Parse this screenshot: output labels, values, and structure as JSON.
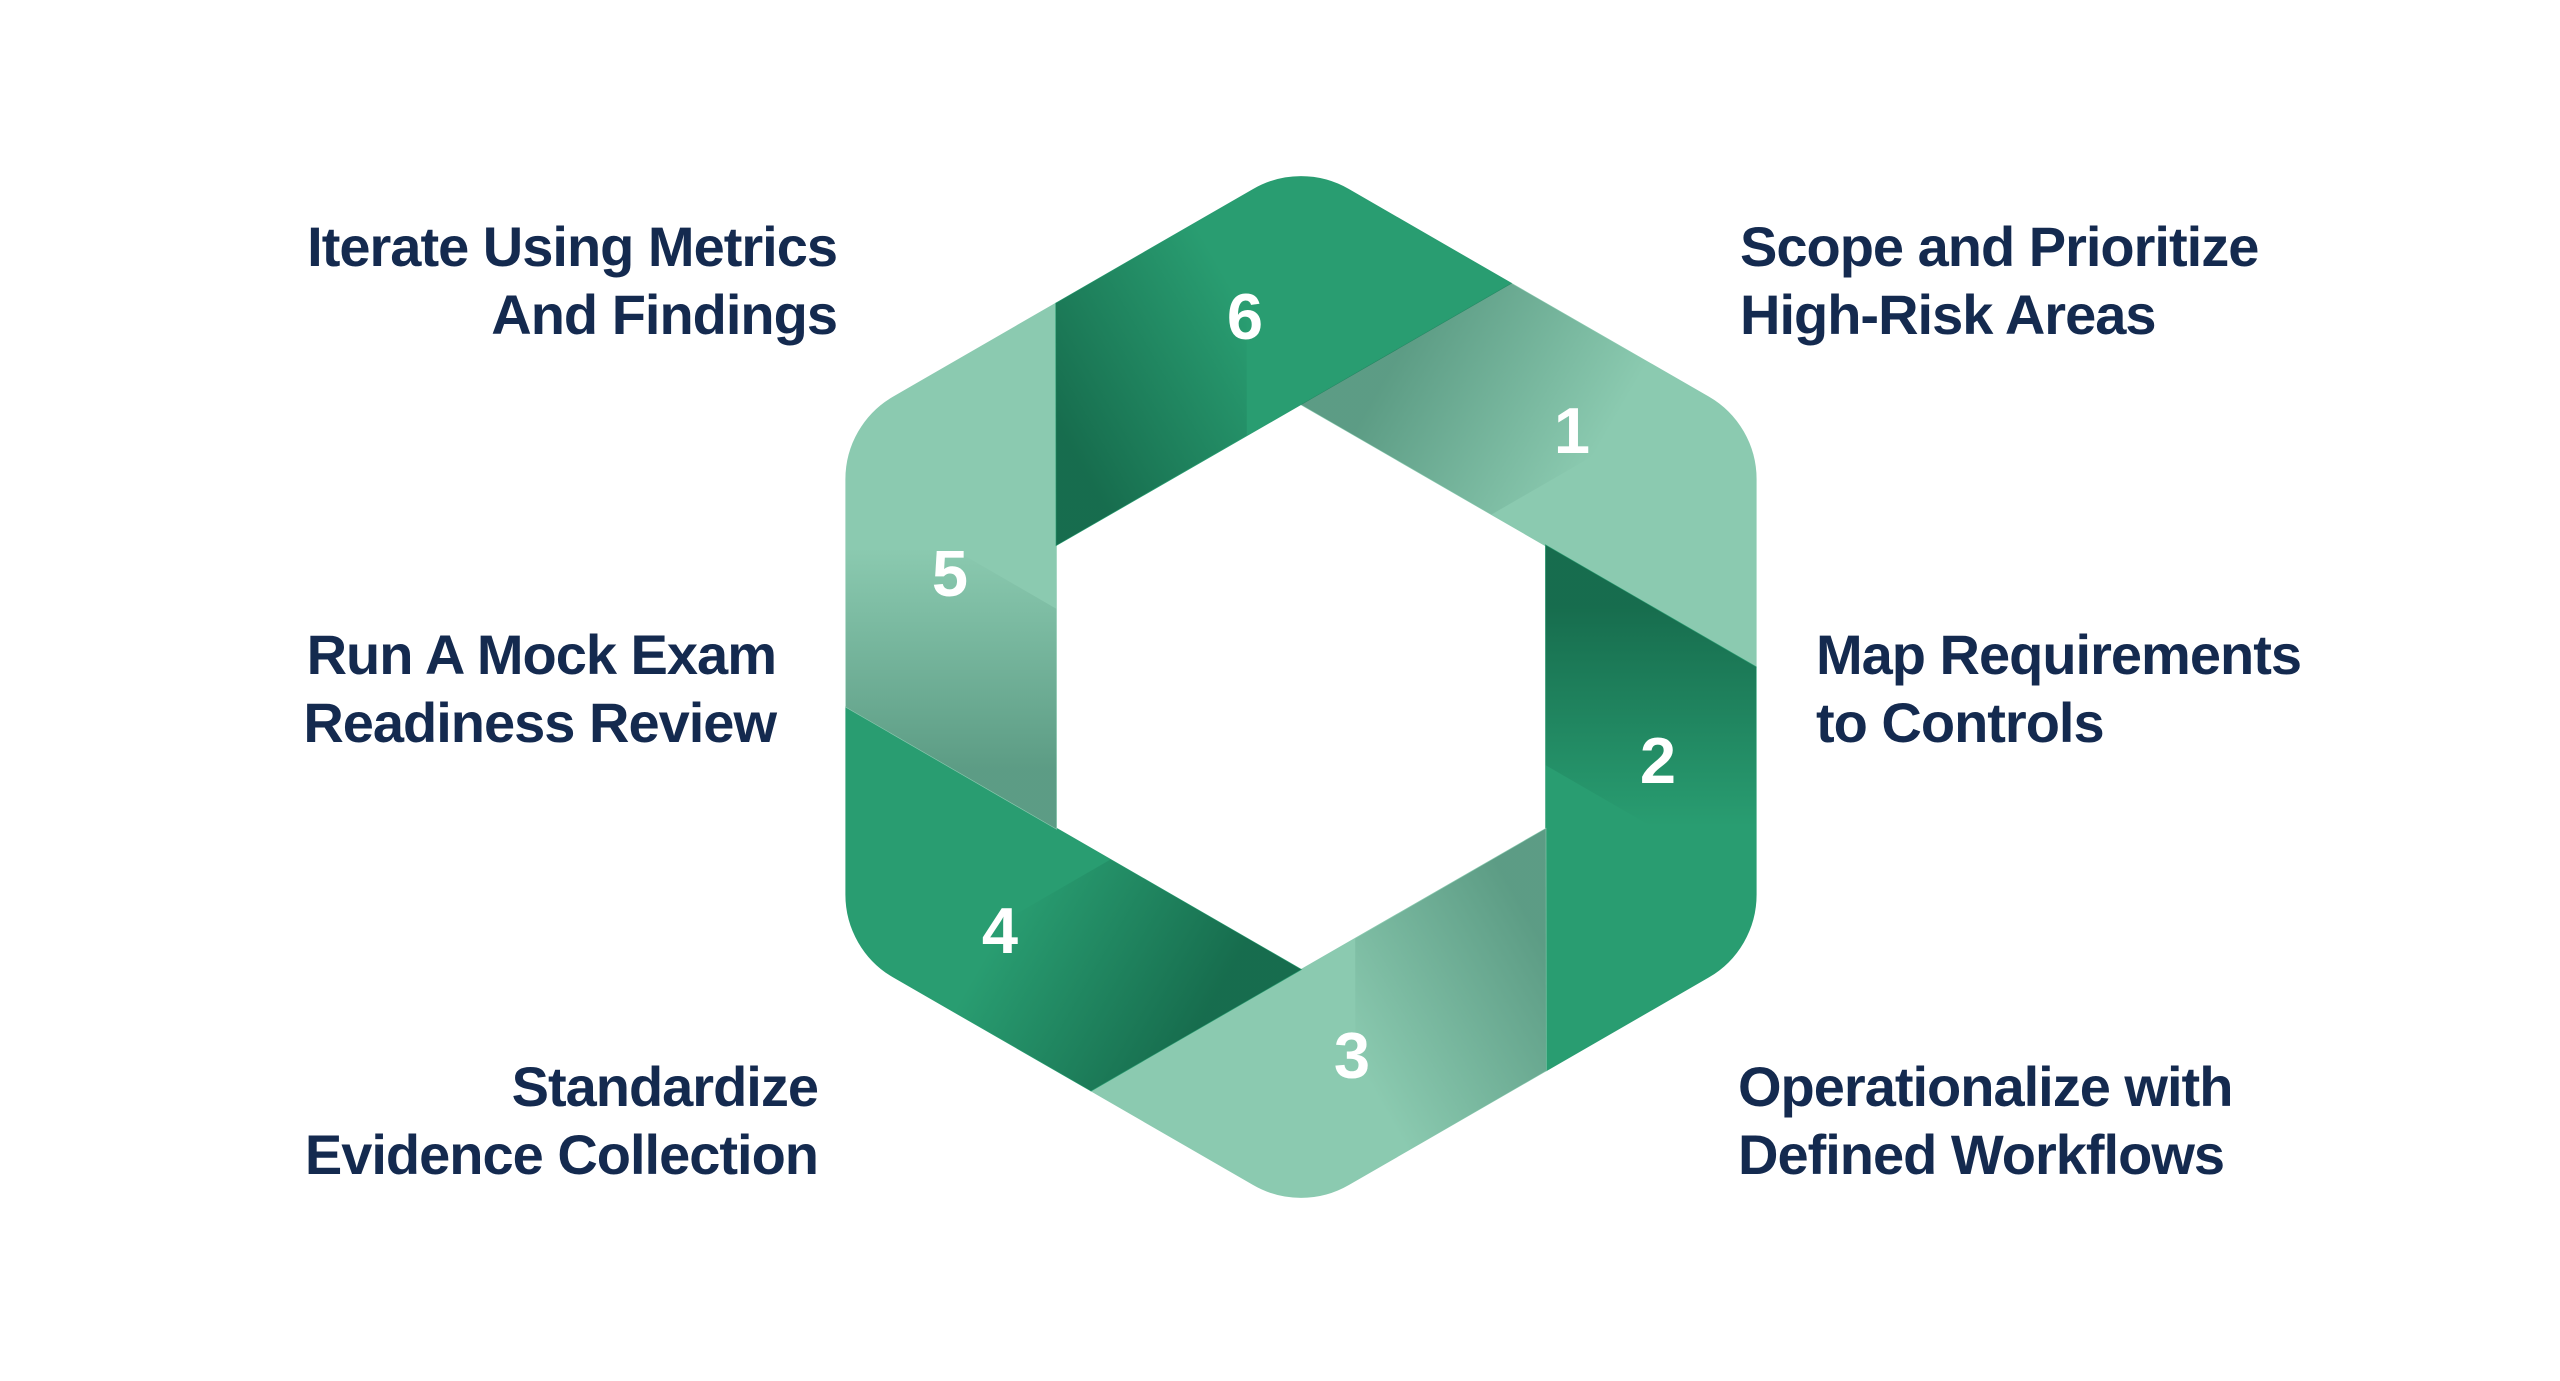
{
  "diagram": {
    "type": "hexagon-cycle-infographic",
    "colors": {
      "dark_green": "#299d71",
      "light_green": "#8bcab0",
      "text_navy": "#142a4f",
      "number_color": "#ffffff",
      "background": "#ffffff"
    },
    "segments": [
      {
        "number": "1",
        "tone": "light",
        "label_line1": "Scope and Prioritize",
        "label_line2": "High-Risk Areas"
      },
      {
        "number": "2",
        "tone": "dark",
        "label_line1": "Map Requirements",
        "label_line2": "to Controls"
      },
      {
        "number": "3",
        "tone": "light",
        "label_line1": "Operationalize with",
        "label_line2": "Defined Workflows"
      },
      {
        "number": "4",
        "tone": "dark",
        "label_line1": "Standardize",
        "label_line2": "Evidence Collection"
      },
      {
        "number": "5",
        "tone": "light",
        "label_line1": "Run A Mock Exam",
        "label_line2": "Readiness Review"
      },
      {
        "number": "6",
        "tone": "dark",
        "label_line1": "Iterate Using Metrics",
        "label_line2": "And Findings"
      }
    ]
  }
}
